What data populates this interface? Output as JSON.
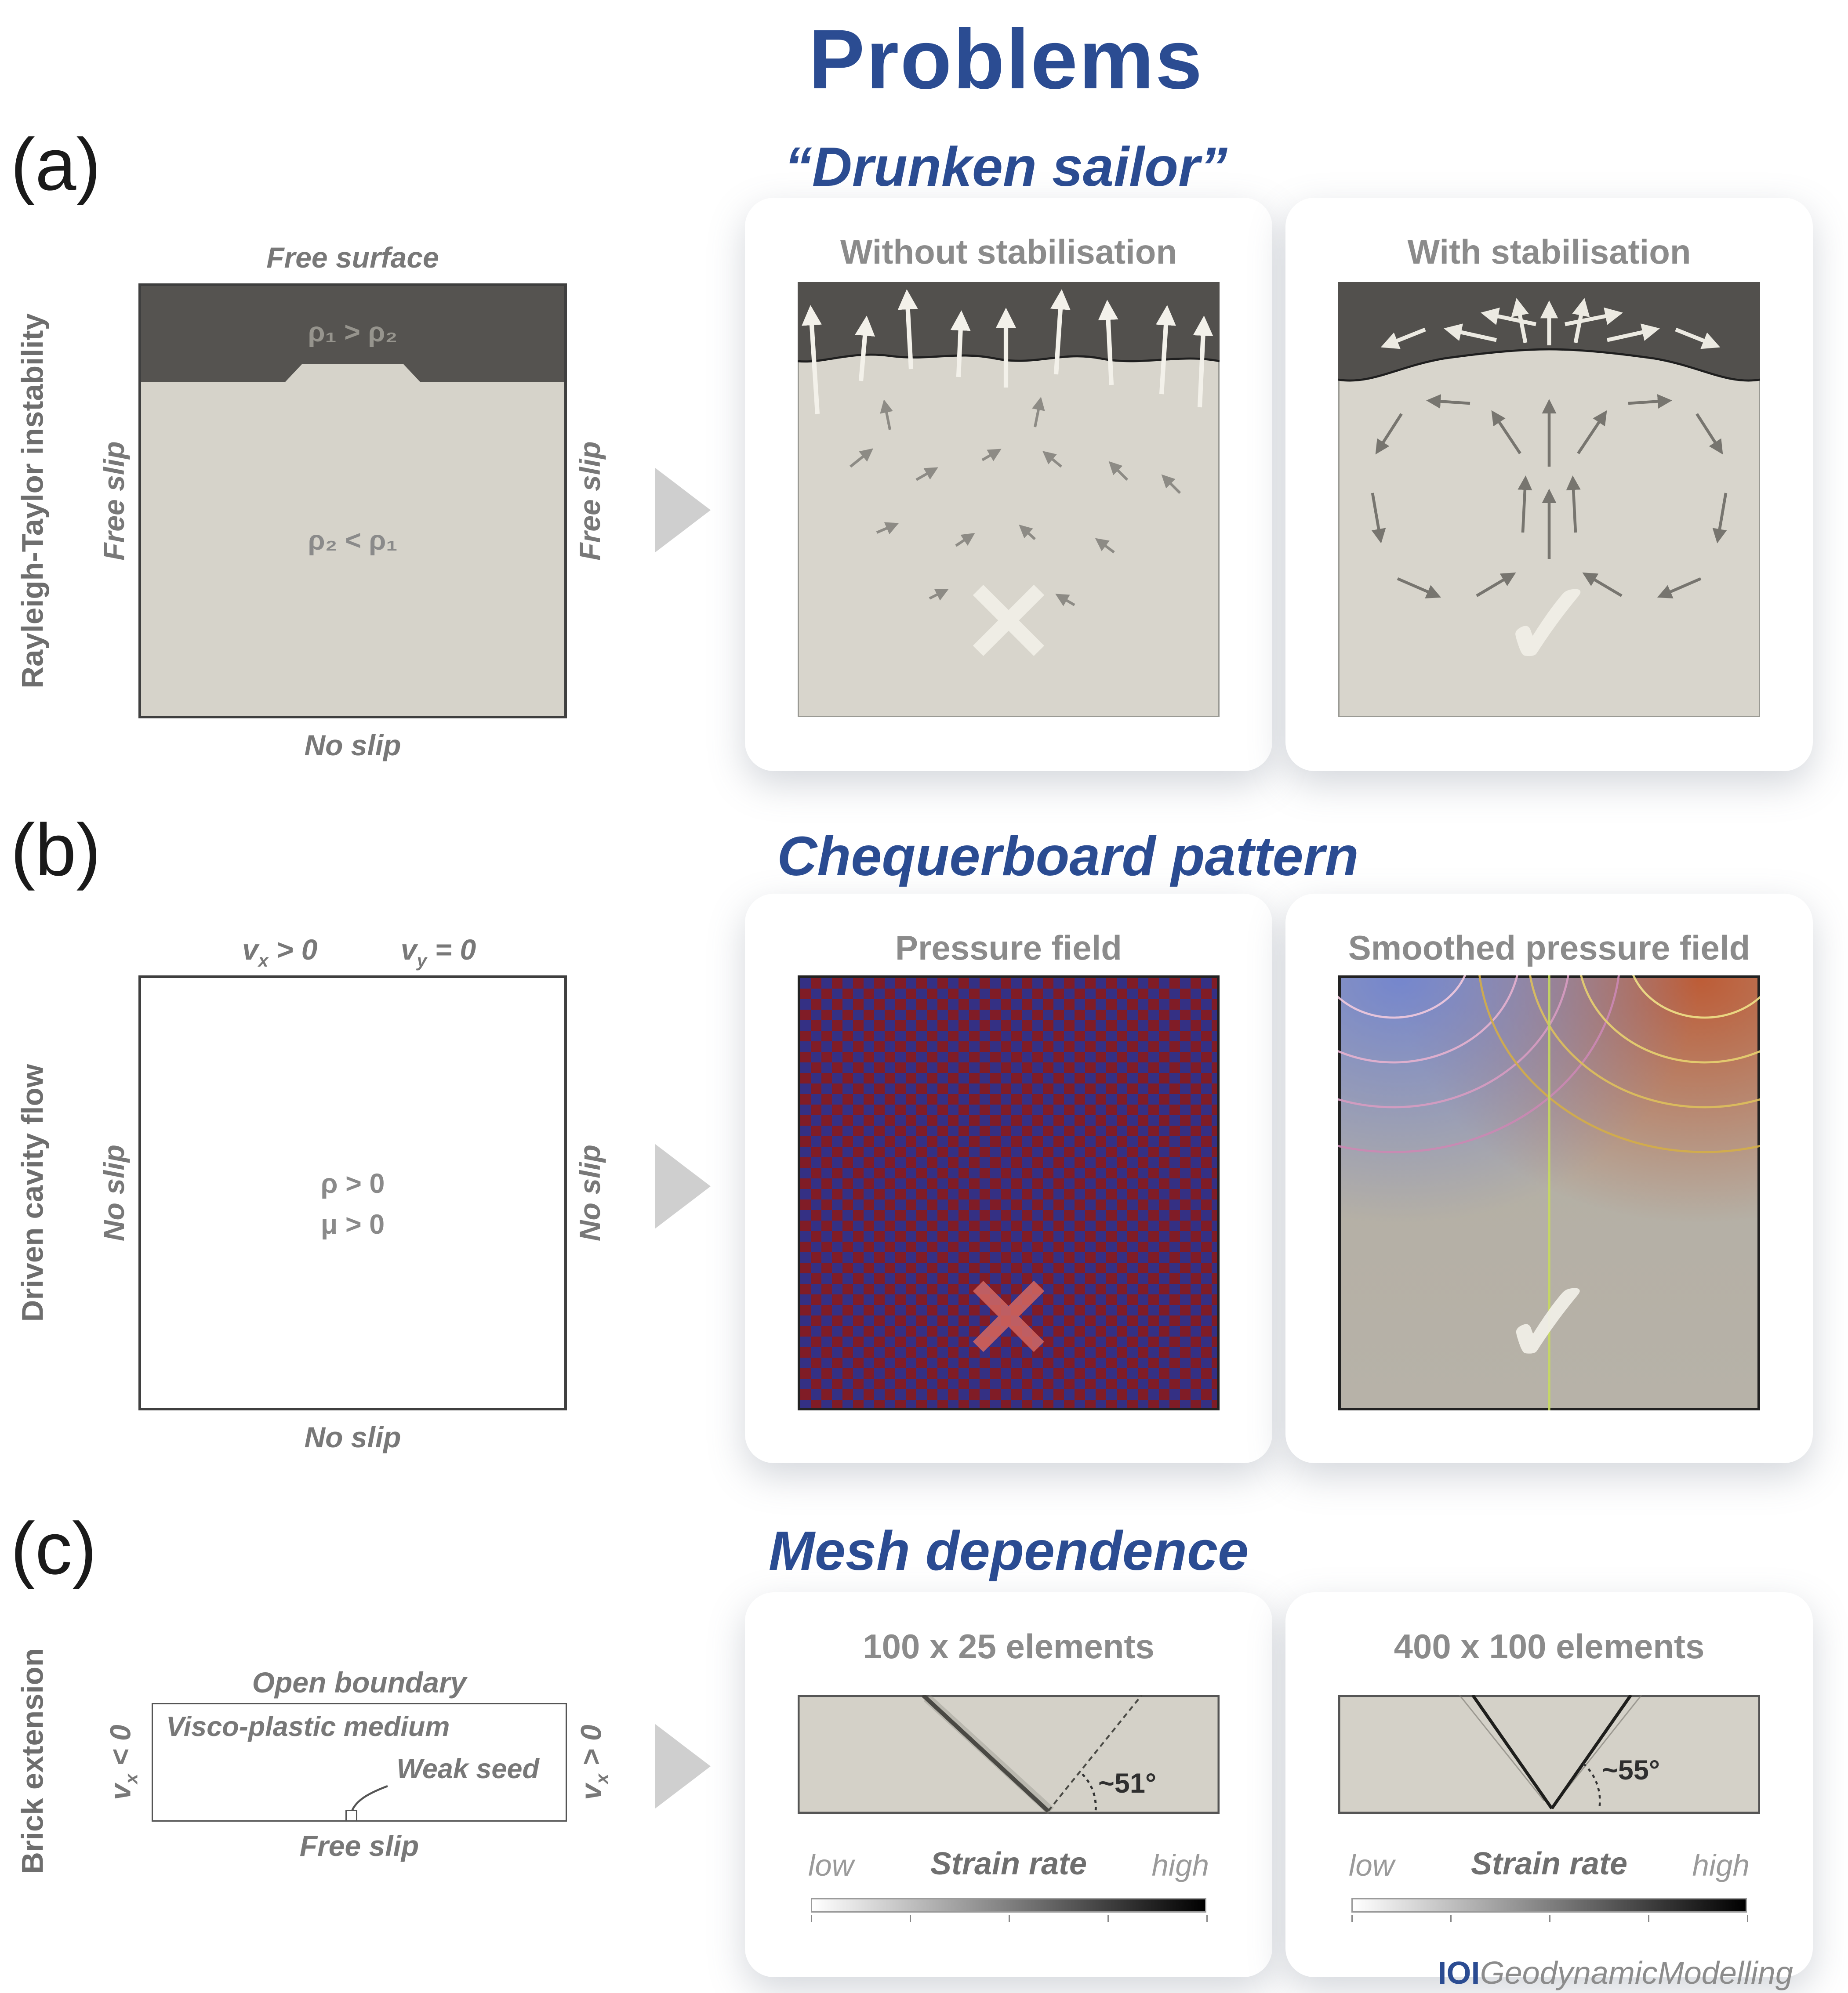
{
  "title": "Problems",
  "marks": {
    "cross": "✕",
    "check": "✓"
  },
  "colors": {
    "accent": "#2b4c92",
    "muted_gray": "#787878",
    "checker_red": "#801c26",
    "checker_blue": "#343084",
    "cross_red": "#cd645f",
    "mark_light": "#f0eee6"
  },
  "panel_a": {
    "label": "(a)",
    "side_label": "Rayleigh-Taylor instability",
    "subtitle": "“Drunken sailor”",
    "schematic": {
      "top": "Free surface",
      "left": "Free slip",
      "right": "Free slip",
      "bottom": "No slip",
      "upper": "ρ₁ > ρ₂",
      "lower": "ρ₂ < ρ₁"
    },
    "results": [
      {
        "title": "Without stabilisation"
      },
      {
        "title": "With stabilisation"
      }
    ]
  },
  "panel_b": {
    "label": "(b)",
    "side_label": "Driven cavity flow",
    "subtitle": "Chequerboard pattern",
    "schematic": {
      "top_left": {
        "pre": "v",
        "sub": "x",
        "post": " > 0"
      },
      "top_right": {
        "pre": "v",
        "sub": "y",
        "post": " = 0"
      },
      "left": "No slip",
      "right": "No slip",
      "bottom": "No slip",
      "center_line1": "ρ > 0",
      "center_line2": "μ > 0"
    },
    "results": [
      {
        "title": "Pressure field"
      },
      {
        "title": "Smoothed pressure field"
      }
    ]
  },
  "panel_c": {
    "label": "(c)",
    "side_label": "Brick extension",
    "subtitle": "Mesh dependence",
    "schematic": {
      "top": "Open boundary",
      "medium": "Visco-plastic medium",
      "seed": "Weak seed",
      "bottom": "Free slip",
      "left": {
        "pre": "v",
        "sub": "x",
        "post": " < 0"
      },
      "right": {
        "pre": "v",
        "sub": "x",
        "post": " > 0"
      }
    },
    "results": [
      {
        "title": "100 x 25 elements",
        "angle": "~51°",
        "cbar_low": "low",
        "cbar_label": "Strain rate",
        "cbar_high": "high"
      },
      {
        "title": "400 x 100 elements",
        "angle": "~55°",
        "cbar_low": "low",
        "cbar_label": "Strain rate",
        "cbar_high": "high"
      }
    ]
  },
  "footer": {
    "brand_bold": "IOI",
    "brand_rest": "GeodynamicModelling"
  }
}
